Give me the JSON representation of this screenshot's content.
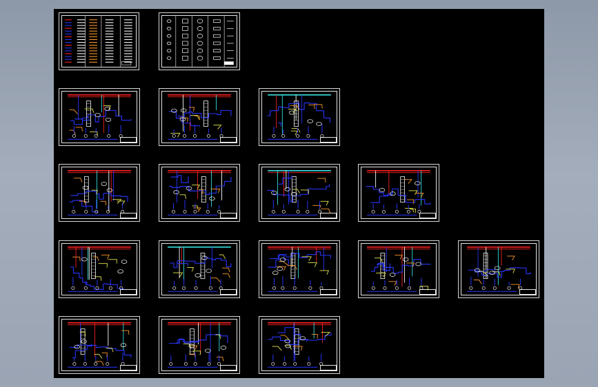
{
  "viewer": {
    "background_color": "#000000",
    "frame_color": "#e6e6e6"
  },
  "legend_sheets": [
    {
      "id": "sheet-legend-1",
      "kind": "equipment-legend"
    },
    {
      "id": "sheet-legend-2",
      "kind": "symbol-legend"
    }
  ],
  "process_sheets": [
    {
      "id": "sheet-r2-1",
      "variant": 1
    },
    {
      "id": "sheet-r2-2",
      "variant": 2
    },
    {
      "id": "sheet-r2-3",
      "variant": 3
    },
    {
      "id": "sheet-r3-1",
      "variant": 4
    },
    {
      "id": "sheet-r3-2",
      "variant": 5
    },
    {
      "id": "sheet-r3-3",
      "variant": 6
    },
    {
      "id": "sheet-r3-4",
      "variant": 4
    },
    {
      "id": "sheet-r4-1",
      "variant": 5
    },
    {
      "id": "sheet-r4-2",
      "variant": 3
    },
    {
      "id": "sheet-r4-3",
      "variant": 4
    },
    {
      "id": "sheet-r4-4",
      "variant": 5
    },
    {
      "id": "sheet-r4-5",
      "variant": 4
    },
    {
      "id": "sheet-r5-1",
      "variant": 4
    },
    {
      "id": "sheet-r5-2",
      "variant": 2
    },
    {
      "id": "sheet-r5-3",
      "variant": 5
    }
  ],
  "palette": {
    "pipe_blue": "#2a36ff",
    "pipe_red": "#ff2020",
    "pipe_cyan": "#36e0e0",
    "pipe_orange": "#ff9a2a",
    "pipe_white": "#ffffff",
    "pipe_yellow": "#e8e850"
  }
}
